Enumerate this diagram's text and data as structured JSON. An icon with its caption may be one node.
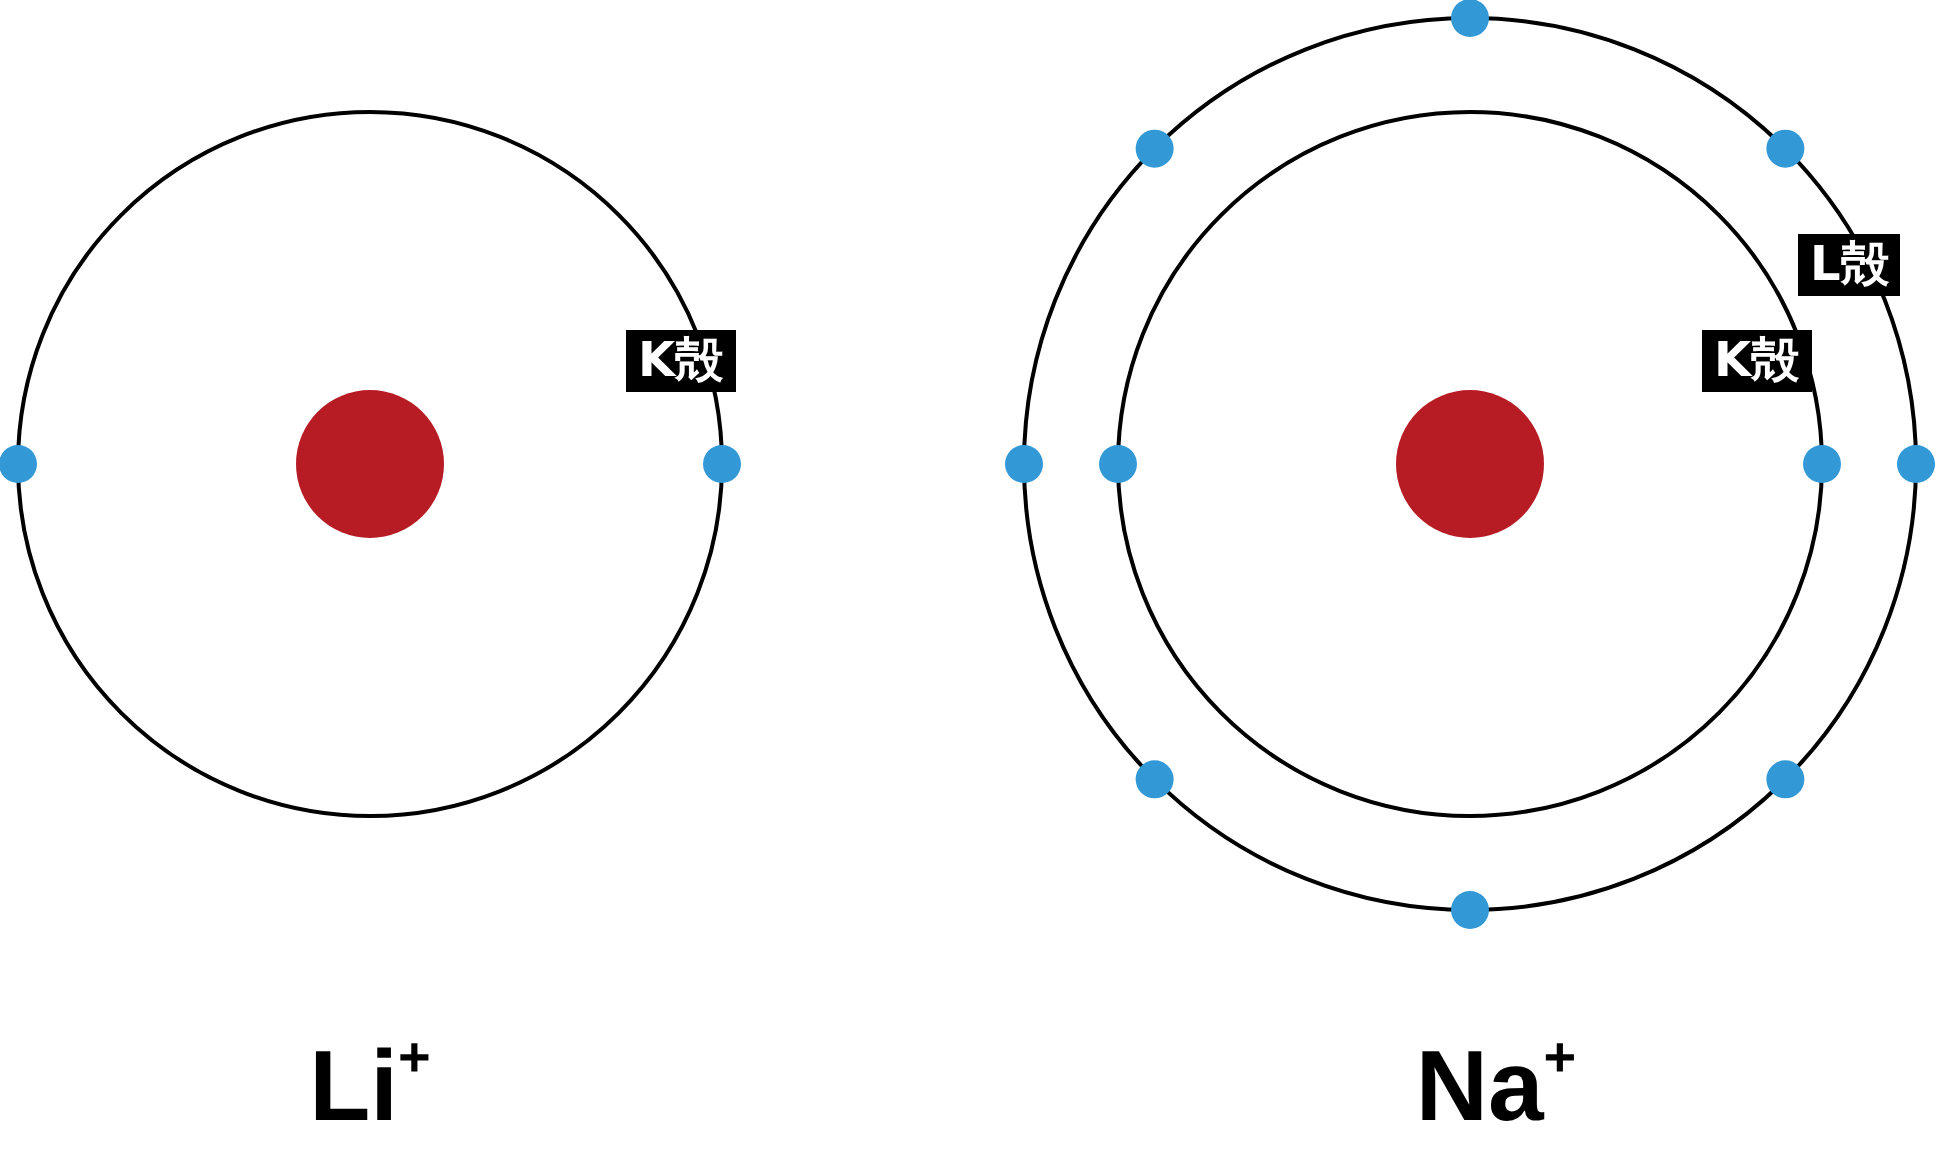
{
  "diagram": {
    "labels": [
      "K殻",
      "Li$^{+}$",
      "L殻",
      "K殻",
      "Na$^{+}$"
    ]
  }
}
